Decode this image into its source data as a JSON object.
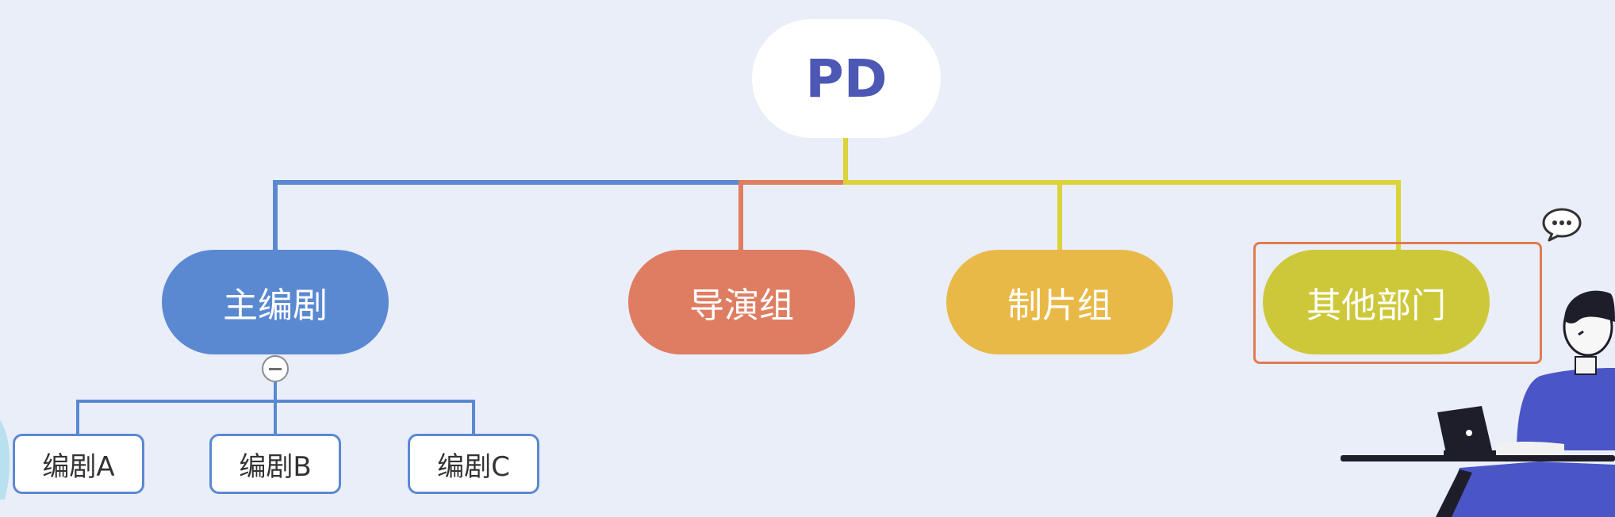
{
  "diagram": {
    "type": "org-chart",
    "root": {
      "label": "PD"
    },
    "departments": [
      {
        "id": "main-writer",
        "label": "主编剧",
        "color": "#5a89d2"
      },
      {
        "id": "director",
        "label": "导演组",
        "color": "#df7d62"
      },
      {
        "id": "production",
        "label": "制片组",
        "color": "#e9b948"
      },
      {
        "id": "other",
        "label": "其他部门",
        "color": "#cdc83a",
        "selected": true
      }
    ],
    "writers": [
      {
        "label": "编剧A"
      },
      {
        "label": "编剧B"
      },
      {
        "label": "编剧C"
      }
    ],
    "colors": {
      "background": "#eaeef9",
      "root_text": "#4d58b5",
      "selection": "#e07b52"
    },
    "icons": [
      "collapse-icon",
      "comment-icon",
      "person-with-laptop-illustration"
    ]
  }
}
